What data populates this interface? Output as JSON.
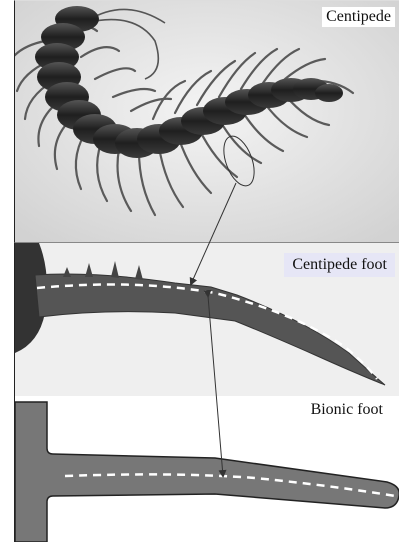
{
  "labels": {
    "top": "Centipede",
    "middle": "Centipede foot",
    "bottom": "Bionic foot"
  },
  "colors": {
    "body_dark": "#2b2b2b",
    "leg": "#555555",
    "foot_gray": "#6f6f6f",
    "dash": "#ffffff",
    "arrow": "#333333"
  }
}
